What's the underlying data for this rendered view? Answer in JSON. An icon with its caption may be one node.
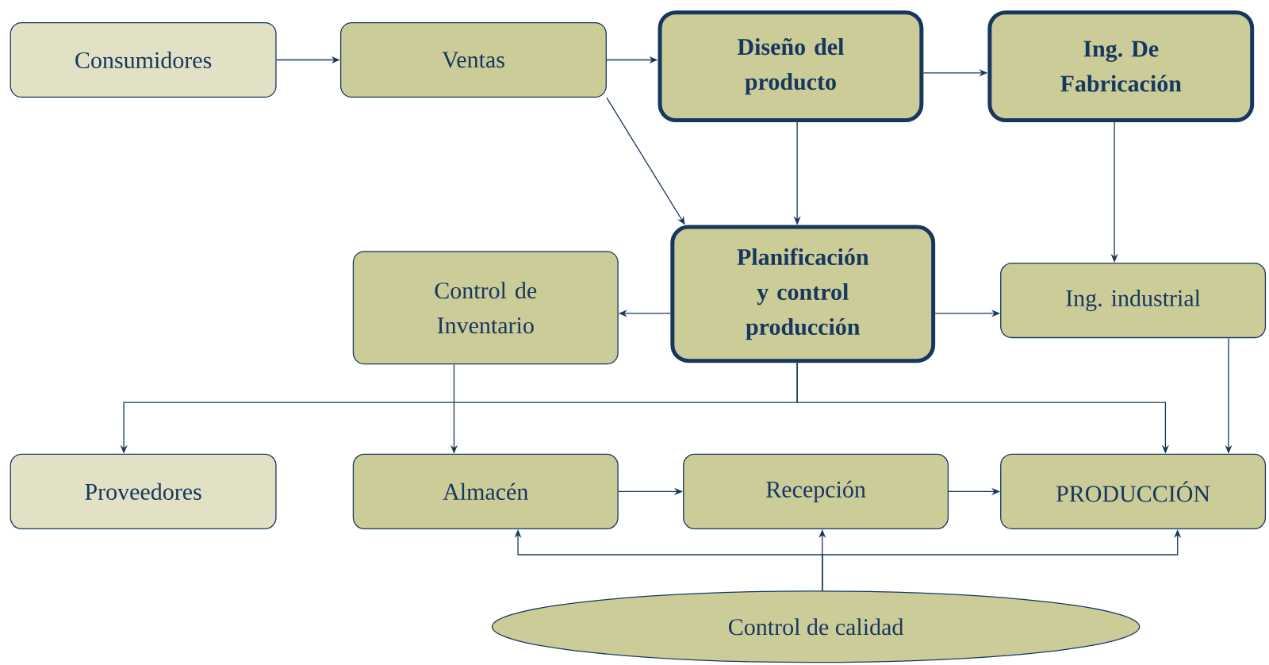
{
  "diagram": {
    "nodes": [
      {
        "text": [
          "Consumidores"
        ]
      },
      {
        "text": [
          "Ventas"
        ]
      },
      {
        "text": [
          "Diseño del producto"
        ]
      },
      {
        "text": [
          "Ing. De Fabricación"
        ]
      },
      {
        "text": [
          "Control de Inventario"
        ]
      },
      {
        "text": [
          "Planificación y control producción"
        ]
      },
      {
        "text": [
          "Ing. industrial"
        ]
      },
      {
        "text": [
          "Proveedores"
        ]
      },
      {
        "text": [
          "Almacén"
        ]
      },
      {
        "text": [
          "Recepción"
        ]
      },
      {
        "text": [
          "PRODUCCIÓN"
        ]
      },
      {
        "text": [
          "Control de calidad"
        ]
      }
    ],
    "edges": [
      {
        "from": 0,
        "to": 1,
        "arrow": "to"
      },
      {
        "from": 1,
        "to": 2,
        "arrow": "to"
      },
      {
        "from": 2,
        "to": 3,
        "arrow": "to"
      },
      {
        "from": 1,
        "to": 5,
        "arrow": "to"
      },
      {
        "from": 2,
        "to": 5,
        "arrow": "to"
      },
      {
        "from": 3,
        "to": 6,
        "arrow": "to"
      },
      {
        "from": 5,
        "to": 4,
        "arrow": "to"
      },
      {
        "from": 5,
        "to": 6,
        "arrow": "to"
      },
      {
        "from": 6,
        "to": 10,
        "arrow": "to"
      },
      {
        "from": 4,
        "to": 8,
        "arrow": "to"
      },
      {
        "from": 5,
        "to": 7,
        "arrow": "to"
      },
      {
        "from": 5,
        "to": 10,
        "arrow": "to"
      },
      {
        "from": 8,
        "to": 9,
        "arrow": "to"
      },
      {
        "from": 9,
        "to": 10,
        "arrow": "to"
      },
      {
        "from": 11,
        "to": 9,
        "arrow": "to"
      },
      {
        "from": 11,
        "to": 8,
        "arrow": "to"
      },
      {
        "from": 11,
        "to": 10,
        "arrow": "to"
      }
    ]
  }
}
